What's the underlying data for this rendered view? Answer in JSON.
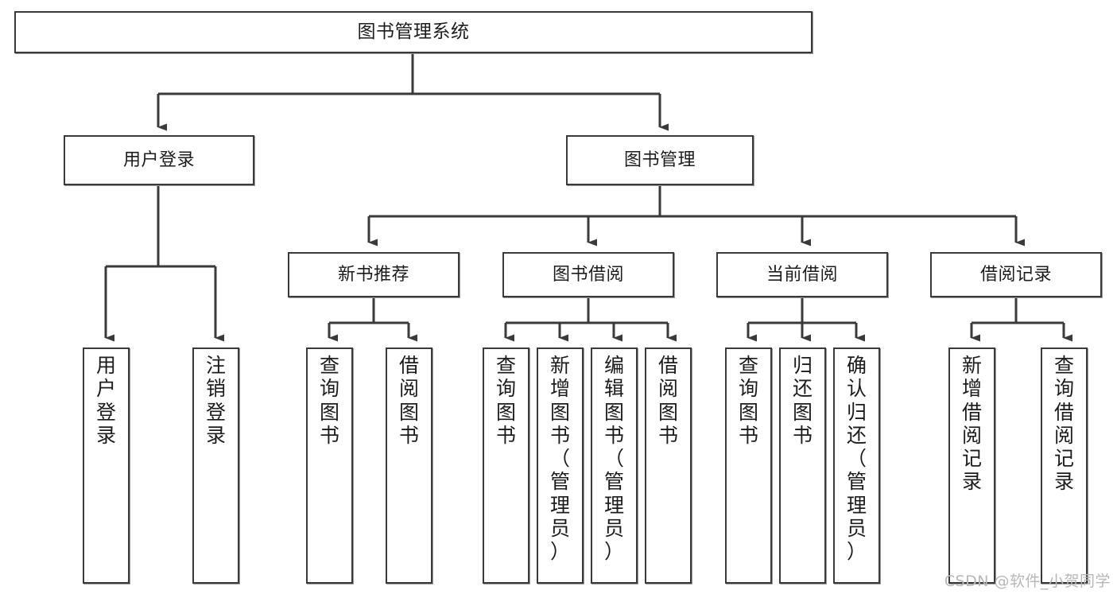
{
  "diagram": {
    "title": "图书管理系统",
    "type": "tree-hierarchy-diagram",
    "watermark": "CSDN @软件_小贺同学",
    "colors": {
      "background": "#ffffff",
      "box_border": "#3a3a3a",
      "box_fill": "#ffffff",
      "connector": "#3a3a3a",
      "text": "#1c1c1c",
      "watermark": "#b7b7b7"
    },
    "root": {
      "label": "图书管理系统"
    },
    "level2": [
      {
        "label": "用户登录"
      },
      {
        "label": "图书管理"
      }
    ],
    "level3": [
      {
        "label": "新书推荐"
      },
      {
        "label": "图书借阅"
      },
      {
        "label": "当前借阅"
      },
      {
        "label": "借阅记录"
      }
    ],
    "leaves": {
      "user_login": [
        {
          "label": "用户登录"
        },
        {
          "label": "注销登录"
        }
      ],
      "new_book_recommend": [
        {
          "label": "查询图书"
        },
        {
          "label": "借阅图书"
        }
      ],
      "book_borrow": [
        {
          "label": "查询图书"
        },
        {
          "label": "新增图书（管理员）"
        },
        {
          "label": "编辑图书（管理员）"
        },
        {
          "label": "借阅图书"
        }
      ],
      "current_borrow": [
        {
          "label": "查询图书"
        },
        {
          "label": "归还图书"
        },
        {
          "label": "确认归还（管理员）"
        }
      ],
      "borrow_record": [
        {
          "label": "新增借阅记录"
        },
        {
          "label": "查询借阅记录"
        }
      ]
    }
  }
}
